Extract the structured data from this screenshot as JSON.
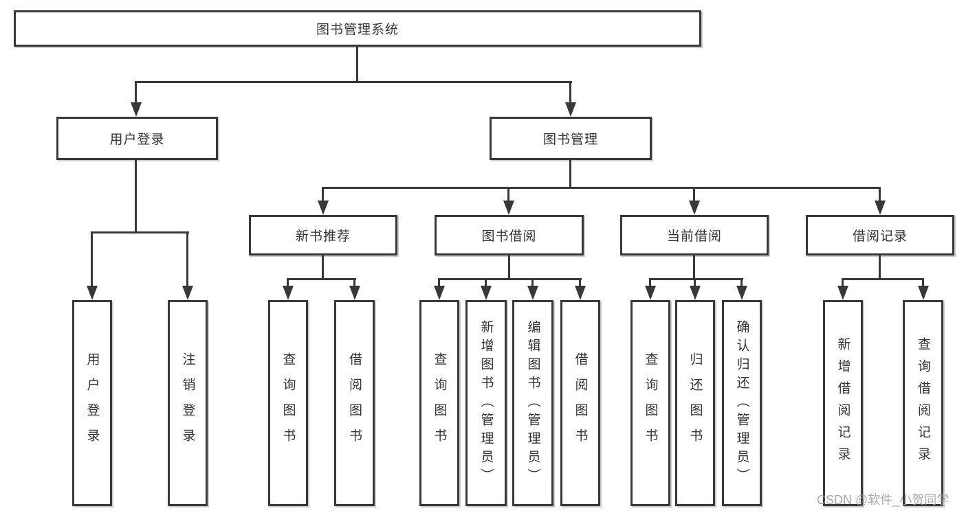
{
  "diagram_title": "图书管理系统",
  "tree": {
    "label": "图书管理系统",
    "children": [
      {
        "label": "用户登录",
        "children": [
          {
            "label": "用户登录"
          },
          {
            "label": "注销登录"
          }
        ]
      },
      {
        "label": "图书管理",
        "children": [
          {
            "label": "新书推荐",
            "children": [
              {
                "label": "查询图书"
              },
              {
                "label": "借阅图书"
              }
            ]
          },
          {
            "label": "图书借阅",
            "children": [
              {
                "label": "查询图书"
              },
              {
                "label": "新增图书（管理员）"
              },
              {
                "label": "编辑图书（管理员）"
              },
              {
                "label": "借阅图书"
              }
            ]
          },
          {
            "label": "当前借阅",
            "children": [
              {
                "label": "查询图书"
              },
              {
                "label": "归还图书"
              },
              {
                "label": "确认归还（管理员）"
              }
            ]
          },
          {
            "label": "借阅记录",
            "children": [
              {
                "label": "新增借阅记录"
              },
              {
                "label": "查询借阅记录"
              }
            ]
          }
        ]
      }
    ]
  },
  "watermark": "CSDN @软件_小贺同学",
  "colors": {
    "line": "#383838",
    "box_border": "#383838",
    "text": "#333333",
    "watermark": "#9e9ea6",
    "background": "#ffffff"
  }
}
